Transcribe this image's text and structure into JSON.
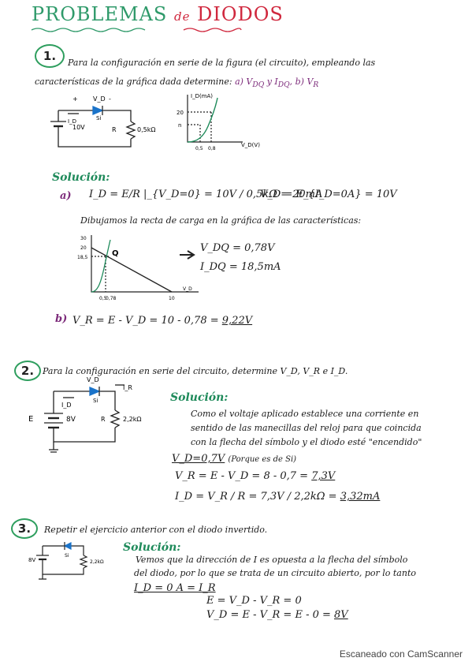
{
  "title": {
    "part1": "PROBLEMAS",
    "part2": "de",
    "part3": "DIODOS"
  },
  "p1": {
    "number": "1.",
    "text_line1": "Para la configuración en serie de la figura (el circuito), empleando las",
    "text_line2": "características de la gráfica dada determine:",
    "ask_a": "a) V",
    "ask_a_sub": "DQ",
    "ask_a2": " y I",
    "ask_a2_sub": "DQ",
    "ask_b": ", b) V",
    "ask_b_sub": "R",
    "circuit": {
      "src": "10V",
      "res": "R",
      "res_val": "0,5kΩ",
      "vd": "V_D",
      "si": "Si",
      "id": "I_D",
      "plus": "+",
      "minus": "-"
    },
    "graph": {
      "ylabel": "I_D(mA)",
      "y20": "20",
      "yn": "n",
      "x05": "0,5",
      "x08": "0,8",
      "xlabel": "V_D(V)"
    },
    "solution_label": "Solución:",
    "a_label": "a)",
    "a_eq": "I_D = E/R |_{V_D=0} = 10V / 0,5kΩ = 20mA",
    "a_eq2": "V_D = E_{I_D=0A} = 10V",
    "load_line_text": "Dibujamos la recta de carga en la gráfica de las características:",
    "lgraph": {
      "y30": "30",
      "y20": "20",
      "y185": "18,5",
      "x05": "0,5",
      "x078": "0,78",
      "x10": "10",
      "q": "Q",
      "vd": "V_D"
    },
    "vdq": "V_DQ = 0,78V",
    "idq": "I_DQ = 18,5mA",
    "b_label": "b)",
    "b_eq": "V_R = E - V_D = 10 - 0,78 = ",
    "b_ans": "9,22V"
  },
  "p2": {
    "number": "2.",
    "text": "Para la configuración en serie del circuito, determine V_D, V_R e I_D.",
    "circuit": {
      "e": "E",
      "src": "8V",
      "res": "R",
      "res_val": "2,2kΩ",
      "vd": "V_D",
      "si": "Si",
      "id": "I_D",
      "ir": "I_R"
    },
    "solution_label": "Solución:",
    "sol_line1": "Como el voltaje aplicado establece una corriente en",
    "sol_line2": "sentido de las manecillas del reloj para que coincida",
    "sol_line3": "con la flecha del símbolo y el diodo esté \"encendido\"",
    "vd_eq": "V_D=0,7V",
    "vd_note": "(Porque es de Si)",
    "vr_eq": "V_R = E - V_D = 8 - 0,7 = ",
    "vr_ans": "7,3V",
    "id_eq": "I_D = V_R / R = 7,3V / 2,2kΩ = ",
    "id_ans": "3,32mA"
  },
  "p3": {
    "number": "3.",
    "text": "Repetir el ejercicio anterior con el diodo invertido.",
    "circuit": {
      "src": "8V",
      "res_val": "2,2kΩ",
      "si": "Si"
    },
    "solution_label": "Solución:",
    "sol_line1": "Vemos que la dirección de I es opuesta a la flecha del símbolo",
    "sol_line2": "del diodo, por lo que se trata de un circuito abierto, por lo tanto",
    "id_eq": "I_D = 0 A = I_R",
    "eq1": "E = V_D - V_R = 0",
    "eq2": "V_D = E - V_R = E - 0 = ",
    "eq2_ans": "8V"
  },
  "watermark": "Escaneado con CamScanner"
}
